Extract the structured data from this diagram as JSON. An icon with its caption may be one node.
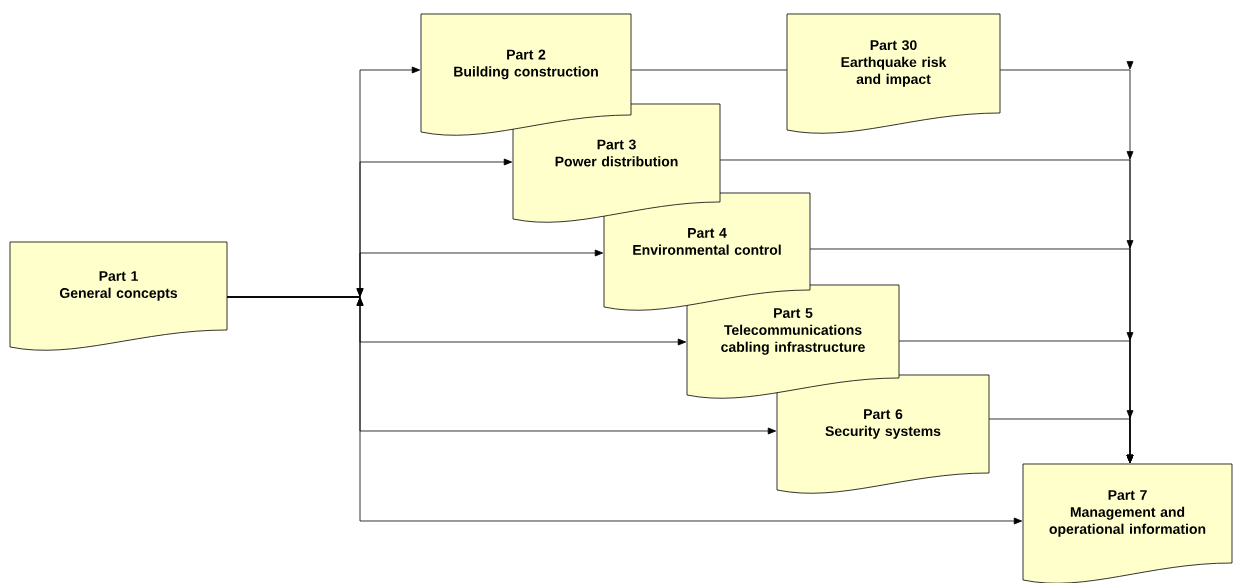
{
  "diagram": {
    "nodes": [
      {
        "text": [
          "Part 1",
          "General concepts"
        ]
      },
      {
        "text": [
          "Part 2",
          "Building construction"
        ]
      },
      {
        "text": [
          "Part 30",
          "Earthquake risk and impact"
        ]
      },
      {
        "text": [
          "Part 3",
          "Power distribution"
        ]
      },
      {
        "text": [
          "Part 4",
          "Environmental control"
        ]
      },
      {
        "text": [
          "Part 5",
          "Telecommunications cabling infrastructure"
        ]
      },
      {
        "text": [
          "Part 6",
          "Security systems"
        ]
      },
      {
        "text": [
          "Part 7",
          "Management and operational information"
        ]
      }
    ],
    "edges": [
      {
        "from": 0,
        "to": 1,
        "arrow": "to"
      },
      {
        "from": 0,
        "to": 3,
        "arrow": "to"
      },
      {
        "from": 0,
        "to": 4,
        "arrow": "to"
      },
      {
        "from": 0,
        "to": 5,
        "arrow": "to"
      },
      {
        "from": 0,
        "to": 6,
        "arrow": "to"
      },
      {
        "from": 0,
        "to": 7,
        "arrow": "to"
      },
      {
        "from": 1,
        "to": 2,
        "arrow": "none"
      },
      {
        "from": 2,
        "to": 7,
        "arrow": "to"
      },
      {
        "from": 3,
        "to": 7,
        "arrow": "to"
      },
      {
        "from": 4,
        "to": 7,
        "arrow": "to"
      },
      {
        "from": 5,
        "to": 7,
        "arrow": "to"
      },
      {
        "from": 6,
        "to": 7,
        "arrow": "to"
      }
    ]
  }
}
